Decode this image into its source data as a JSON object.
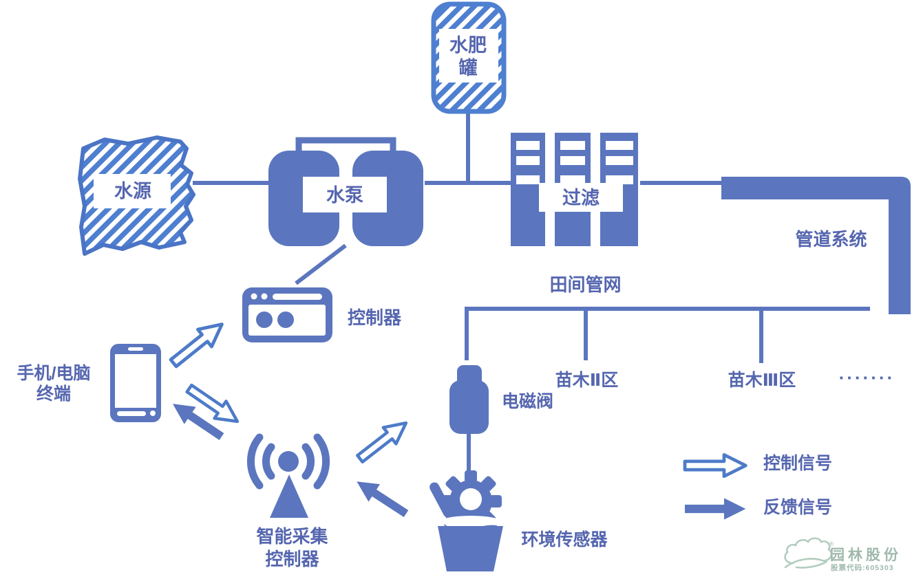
{
  "colors": {
    "primary_blue": "#5B76BE",
    "hatch_blue": "#4E7FD0",
    "text_blue": "#5566AF",
    "logo_green": "#9FB9AC"
  },
  "nodes": {
    "tank": {
      "line1": "水肥",
      "line2": "罐"
    },
    "source": {
      "label": "水源"
    },
    "pump": {
      "label": "水泵"
    },
    "filter": {
      "label": "过滤"
    },
    "pipe_system": {
      "label": "管道系统"
    },
    "field_network": {
      "label": "田间管网"
    },
    "controller": {
      "label": "控制器"
    },
    "terminal": {
      "line1": "手机/电脑",
      "line2": "终端"
    },
    "collector": {
      "line1": "智能采集",
      "line2": "控制器"
    },
    "valve": {
      "label": "电磁阀"
    },
    "sensor": {
      "label": "环境传感器"
    },
    "zone2": {
      "label": "苗木Ⅱ区"
    },
    "zone3": {
      "label": "苗木Ⅲ区"
    },
    "ellipsis": "·······"
  },
  "legend": {
    "control_label": "控制信号",
    "feedback_label": "反馈信号"
  },
  "logo": {
    "company": "园林股份",
    "stock_code": "股票代码:605303",
    "registered_mark": "®"
  }
}
